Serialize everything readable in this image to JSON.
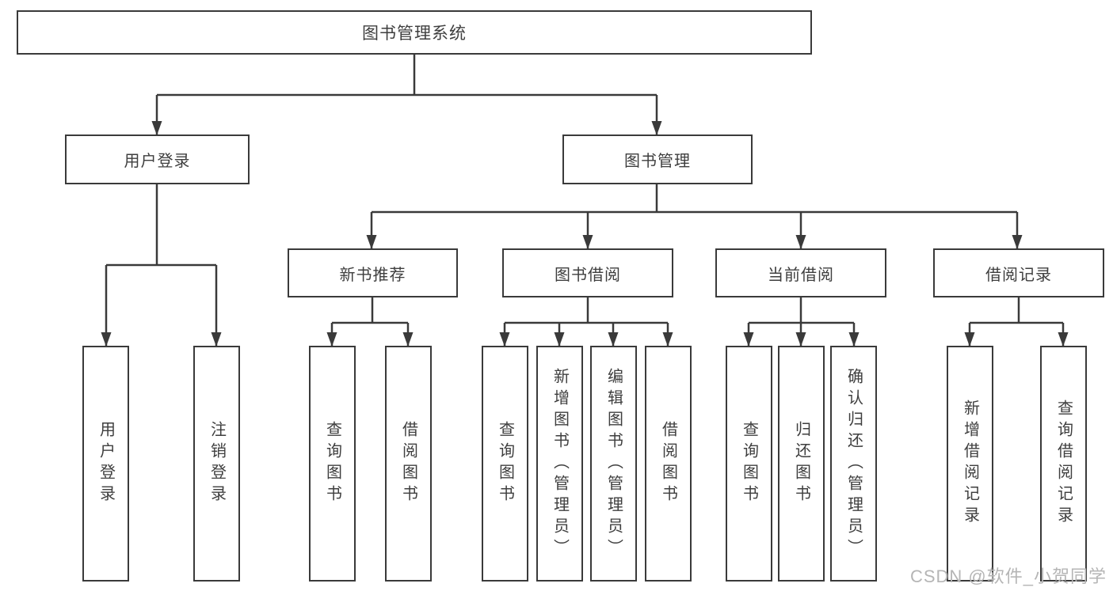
{
  "diagram": {
    "title": "图书管理系统",
    "nodes": {
      "root": {
        "label": "图书管理系统"
      },
      "user_login": {
        "label": "用户登录"
      },
      "book_mgmt": {
        "label": "图书管理"
      },
      "new_book_rec": {
        "label": "新书推荐"
      },
      "book_borrow": {
        "label": "图书借阅"
      },
      "current_borrow": {
        "label": "当前借阅"
      },
      "borrow_record": {
        "label": "借阅记录"
      },
      "ul_login": {
        "label": "用户登录"
      },
      "ul_logout": {
        "label": "注销登录"
      },
      "nbr_query": {
        "label": "查询图书"
      },
      "nbr_borrow": {
        "label": "借阅图书"
      },
      "bb_query": {
        "label": "查询图书"
      },
      "bb_add": {
        "label": "新增图书（管理员）"
      },
      "bb_edit": {
        "label": "编辑图书（管理员）"
      },
      "bb_borrow": {
        "label": "借阅图书"
      },
      "cb_query": {
        "label": "查询图书"
      },
      "cb_return": {
        "label": "归还图书"
      },
      "cb_confirm": {
        "label": "确认归还（管理员）"
      },
      "br_add": {
        "label": "新增借阅记录"
      },
      "br_query": {
        "label": "查询借阅记录"
      }
    }
  },
  "watermark": {
    "text": "CSDN @软件_小贺同学"
  },
  "colors": {
    "line": "#3a3a3a",
    "box_border": "#3a3a3a",
    "box_fill": "#ffffff",
    "text": "#3e3e3e",
    "watermark": "#b5b5b5",
    "background": "#ffffff"
  }
}
